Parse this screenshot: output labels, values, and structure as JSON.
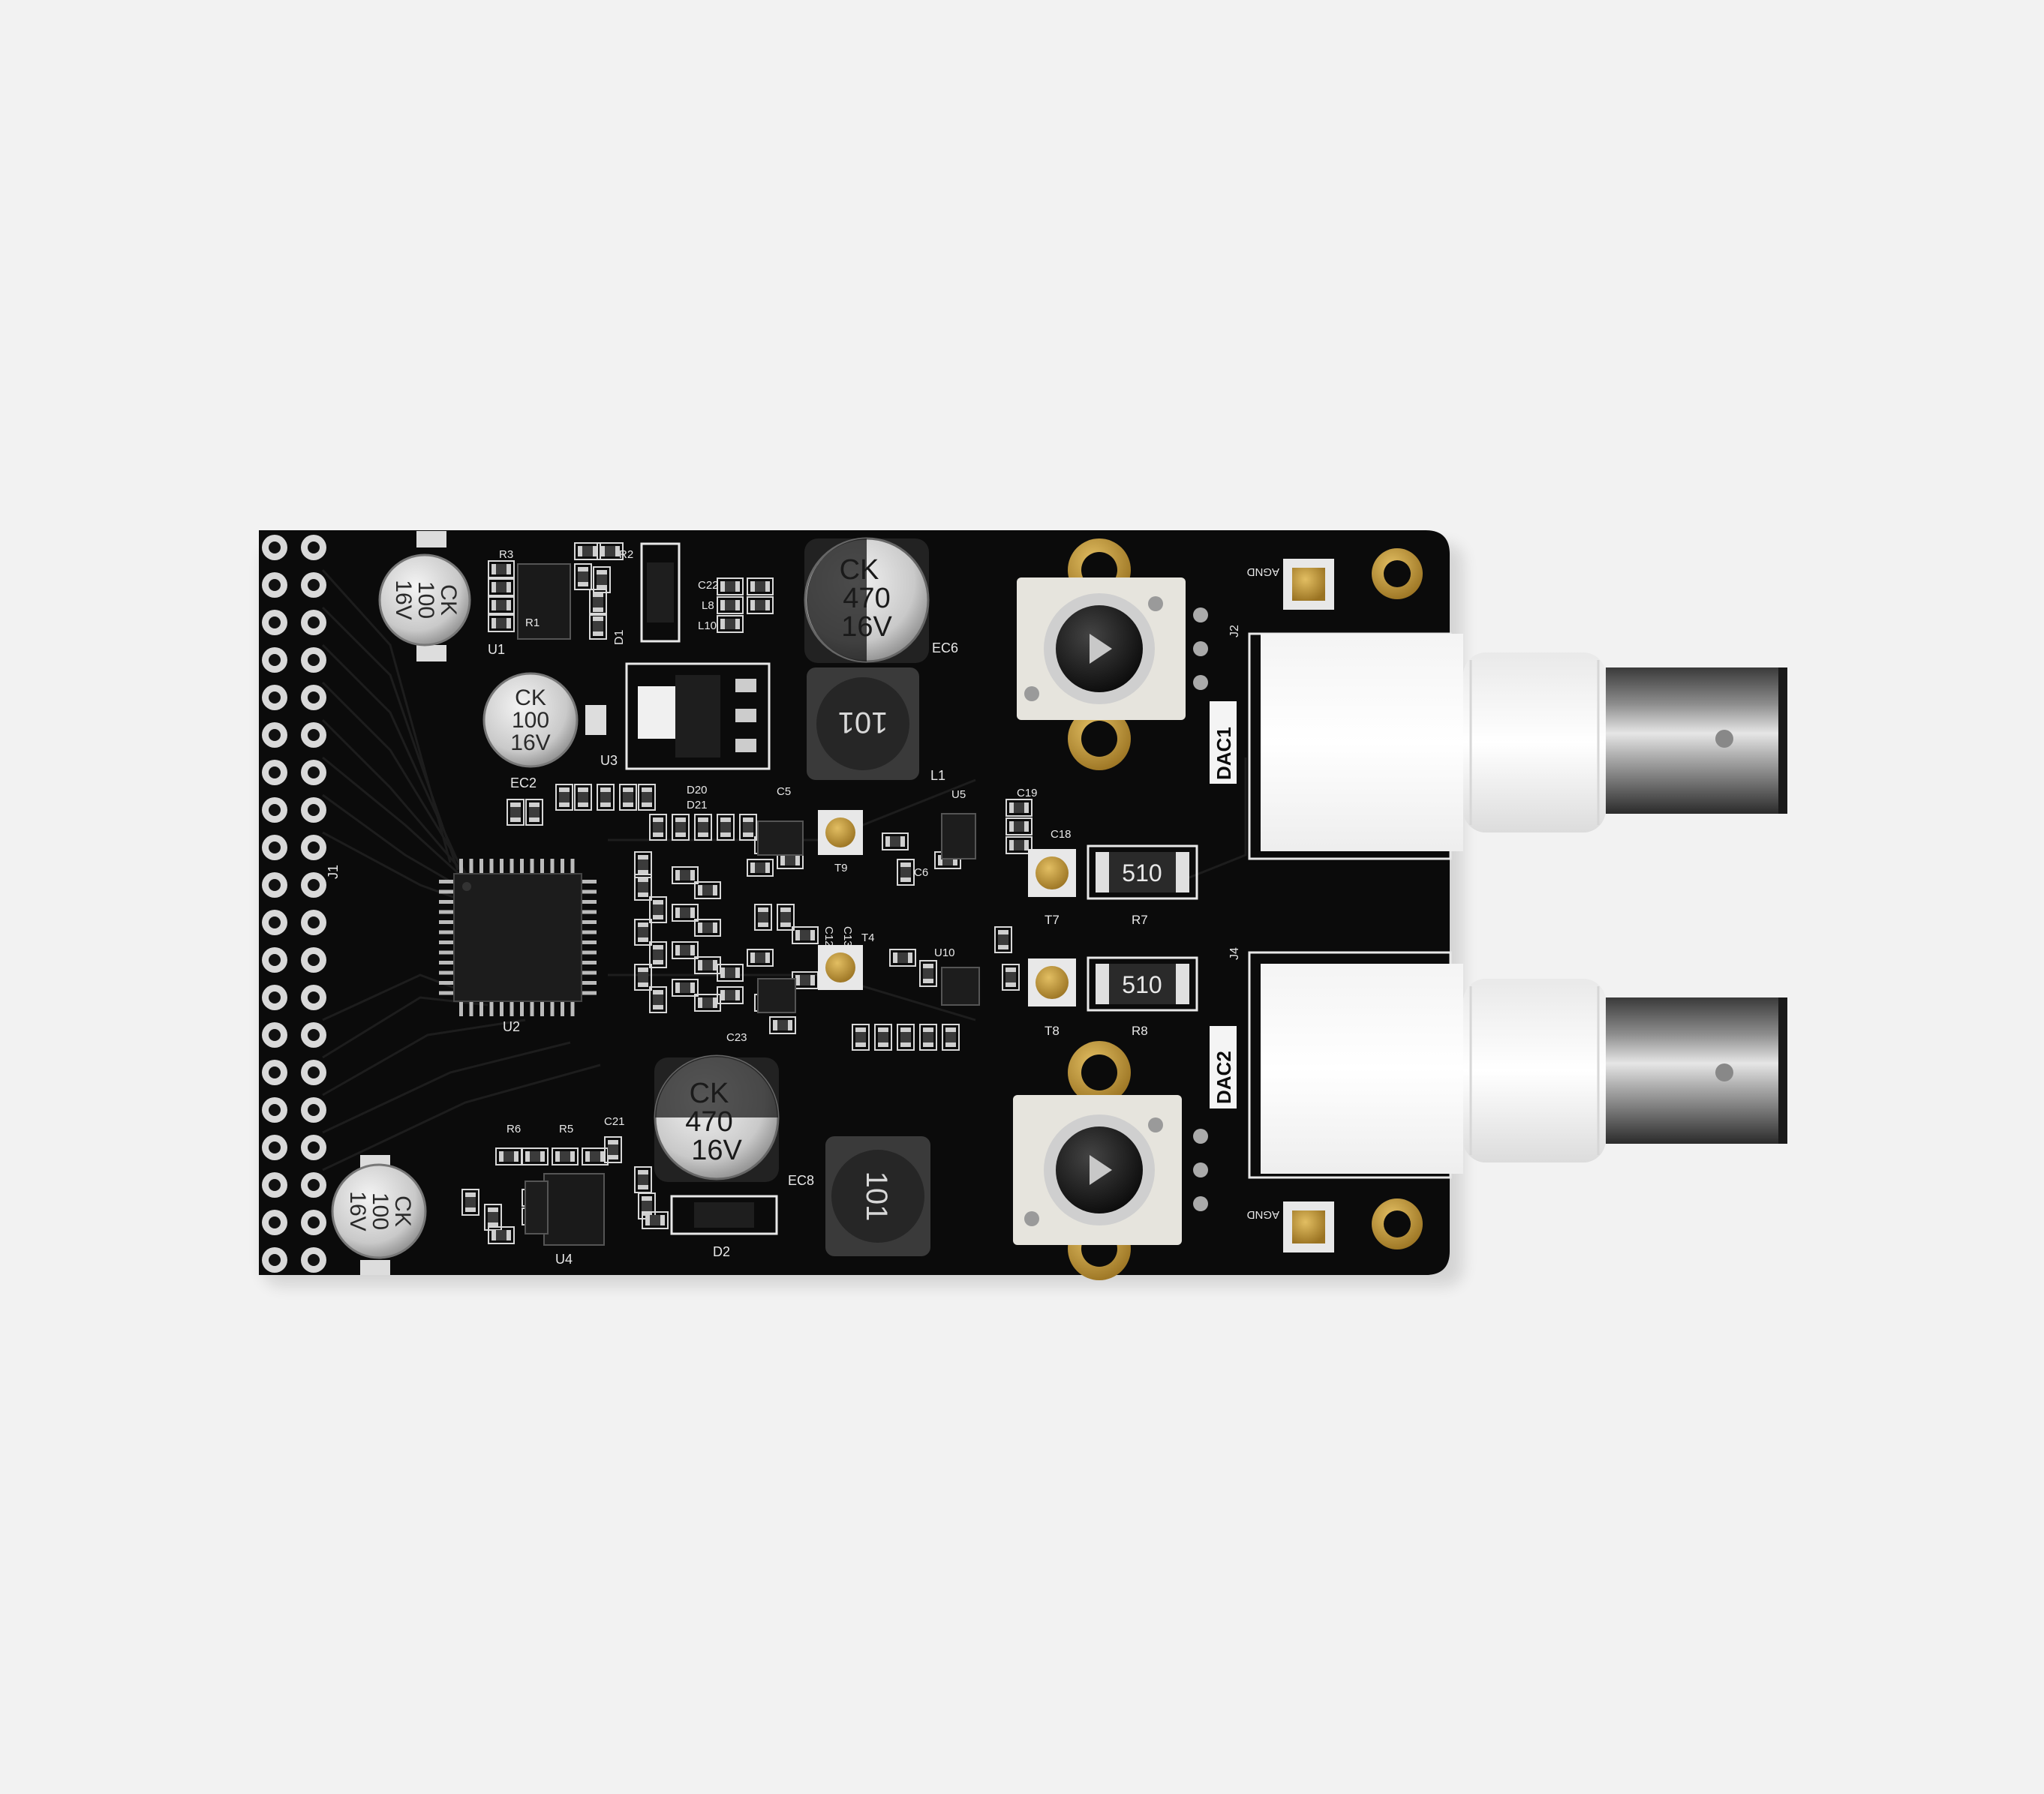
{
  "photo": {
    "subject": "pcb",
    "background_color": "#f2f2f2",
    "board_color": "#0b0b0b",
    "silkscreen_color": "#e8e8e8",
    "pad_color": "#c59a38"
  },
  "connectors": {
    "top_label": "DAC1",
    "bottom_label": "DAC2",
    "top_ref": "J2",
    "bottom_ref": "J4"
  },
  "ground_pads": {
    "top_label": "AGND",
    "bottom_label": "AGND"
  },
  "capacitors": {
    "small": {
      "brand": "CK",
      "value": "100",
      "voltage": "16V"
    },
    "large": {
      "brand": "CK",
      "value": "470",
      "voltage": "16V"
    }
  },
  "inductor_marking": "101",
  "resistor_marking": "510",
  "silkscreen_refs": {
    "header": "J1",
    "u1": "U1",
    "u2": "U2",
    "u3": "U3",
    "u4": "U4",
    "u5": "U5",
    "u10": "U10",
    "ec2": "EC2",
    "ec6": "EC6",
    "ec8": "EC8",
    "l1": "L1",
    "d2": "D2",
    "t7": "T7",
    "t8": "T8",
    "r7": "R7",
    "r8": "R8",
    "r1": "R1",
    "r2": "R2",
    "r3": "R3",
    "r5": "R5",
    "r6": "R6",
    "c5": "C5",
    "c6": "C6",
    "c18": "C18",
    "c19": "C19",
    "c22": "C22",
    "c21": "C21",
    "l8": "L8",
    "l10": "L10",
    "d1": "D1",
    "d20": "D20",
    "d21": "D21",
    "t4": "T4",
    "t9": "T9",
    "c12": "C12",
    "c13": "C13",
    "c23": "C23"
  }
}
